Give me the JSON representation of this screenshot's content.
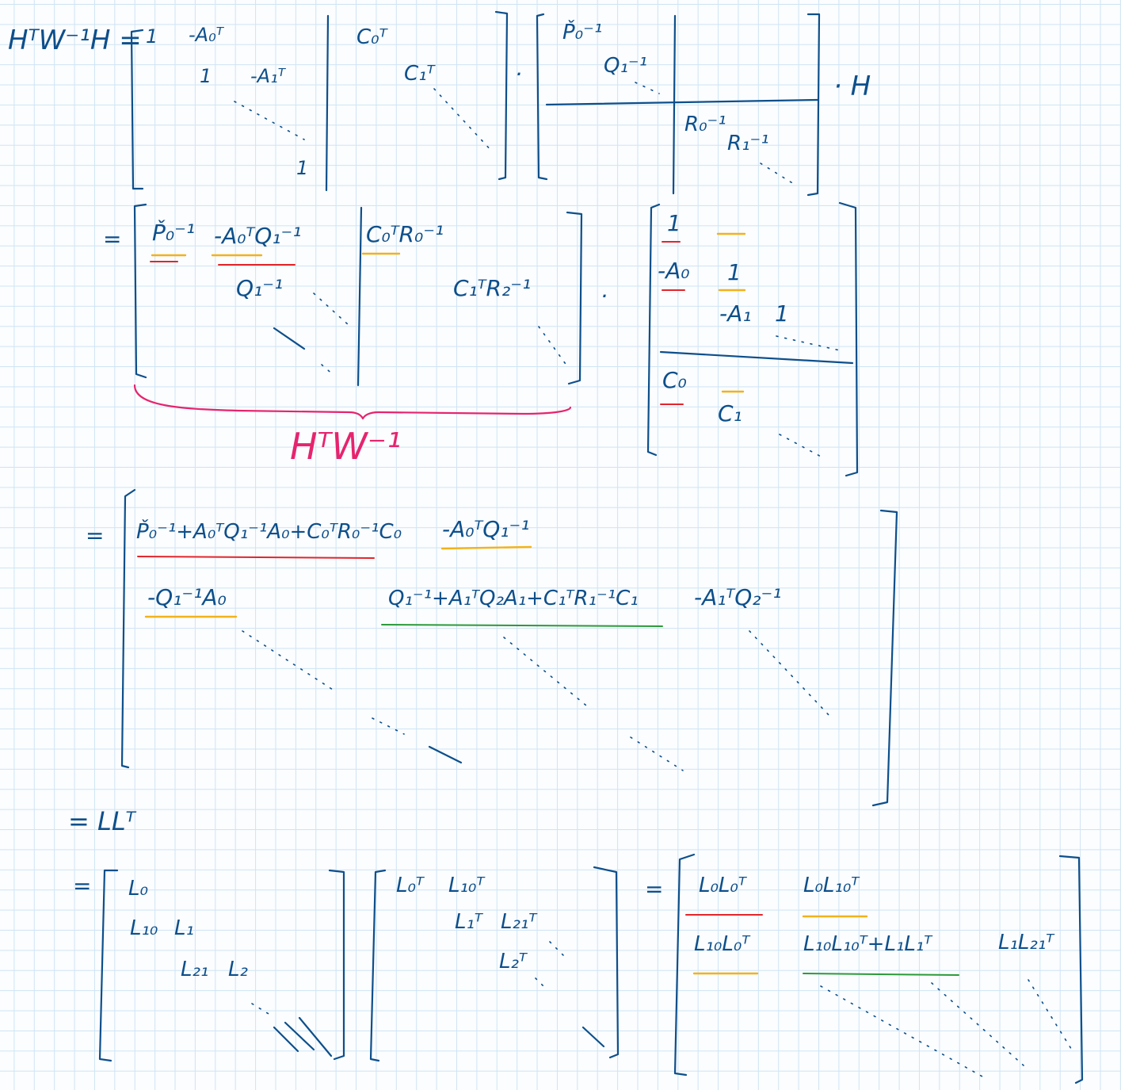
{
  "line1": {
    "lhs": "HᵀW⁻¹H =",
    "m1": {
      "r1c1": "1",
      "r1c2": "-A₀ᵀ",
      "r2c2": "1",
      "r2c3": "-A₁ᵀ",
      "r3c4": "1",
      "r1c5": "C₀ᵀ",
      "r2c6": "C₁ᵀ"
    },
    "dot1": "·",
    "m2": {
      "p0": "P̌₀⁻¹",
      "q1": "Q₁⁻¹",
      "r0": "R₀⁻¹",
      "r1": "R₁⁻¹"
    },
    "dot2": "· H"
  },
  "line2": {
    "eq": "=",
    "m1": {
      "p0": "P̌₀⁻¹",
      "aq": "-A₀ᵀQ₁⁻¹",
      "q1": "Q₁⁻¹",
      "cr0": "C₀ᵀR₀⁻¹",
      "cr1": "C₁ᵀR₂⁻¹"
    },
    "dot": "·",
    "m2": {
      "one1": "1",
      "a0": "-A₀",
      "one2": "1",
      "a1": "-A₁",
      "one3": "1",
      "c0": "C₀",
      "c1": "C₁"
    },
    "brace_label": "HᵀW⁻¹"
  },
  "line3": {
    "eq": "=",
    "r1c1": "P̌₀⁻¹+A₀ᵀQ₁⁻¹A₀+C₀ᵀR₀⁻¹C₀",
    "r1c2": "-A₀ᵀQ₁⁻¹",
    "r2c1": "-Q₁⁻¹A₀",
    "r2c2": "Q₁⁻¹+A₁ᵀQ₂A₁+C₁ᵀR₁⁻¹C₁",
    "r2c3": "-A₁ᵀQ₂⁻¹"
  },
  "line4": {
    "text": "= LLᵀ"
  },
  "line5": {
    "eq1": "=",
    "l": {
      "r1": "L₀",
      "r2a": "L₁₀",
      "r2b": "L₁",
      "r3a": "L₂₁",
      "r3b": "L₂"
    },
    "lt": {
      "r1a": "L₀ᵀ",
      "r1b": "L₁₀ᵀ",
      "r2a": "L₁ᵀ",
      "r2b": "L₂₁ᵀ",
      "r3": "L₂ᵀ"
    },
    "eq2": "=",
    "res": {
      "r1c1": "L₀L₀ᵀ",
      "r1c2": "L₀L₁₀ᵀ",
      "r2c1": "L₁₀L₀ᵀ",
      "r2c2": "L₁₀L₁₀ᵀ+L₁L₁ᵀ",
      "r2c3": "L₁L₂₁ᵀ"
    }
  },
  "colors": {
    "ink": "#0d4f8b",
    "red": "#e0262c",
    "yellow": "#f2b21c",
    "green": "#2b9a3a",
    "pink": "#e6246e"
  }
}
